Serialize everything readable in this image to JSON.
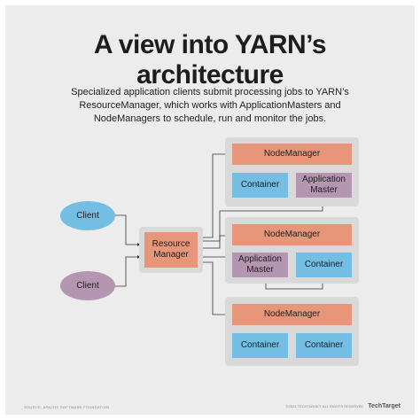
{
  "title_line1": "A view into YARN’s",
  "title_line2": "architecture",
  "subtitle": "Specialized application clients submit processing jobs to YARN’s ResourceManager, which works with ApplicationMasters and NodeManagers to schedule, run and monitor the jobs.",
  "clients": [
    {
      "label": "Client",
      "color": "#74bde3"
    },
    {
      "label": "Client",
      "color": "#b596b0"
    }
  ],
  "resource_manager": {
    "line1": "Resource",
    "line2": "Manager",
    "color": "#e8967a"
  },
  "nodes": [
    {
      "header": "NodeManager",
      "left": {
        "line1": "Container",
        "line2": ""
      },
      "right": {
        "line1": "Application",
        "line2": "Master"
      }
    },
    {
      "header": "NodeManager",
      "left": {
        "line1": "Application",
        "line2": "Master"
      },
      "right": {
        "line1": "Container",
        "line2": ""
      }
    },
    {
      "header": "NodeManager",
      "left": {
        "line1": "Container",
        "line2": ""
      },
      "right": {
        "line1": "Container",
        "line2": ""
      }
    }
  ],
  "colors": {
    "node_manager": "#e8967a",
    "container": "#74bde3",
    "application_master": "#b596b0",
    "group_background": "#d9d9d9",
    "panel_background": "#ececec"
  },
  "footer": {
    "source": "SOURCE: APACHE SOFTWARE FOUNDATION",
    "copyright": "©2021 TECHTARGET. ALL RIGHTS RESERVED",
    "brand": "TechTarget"
  }
}
